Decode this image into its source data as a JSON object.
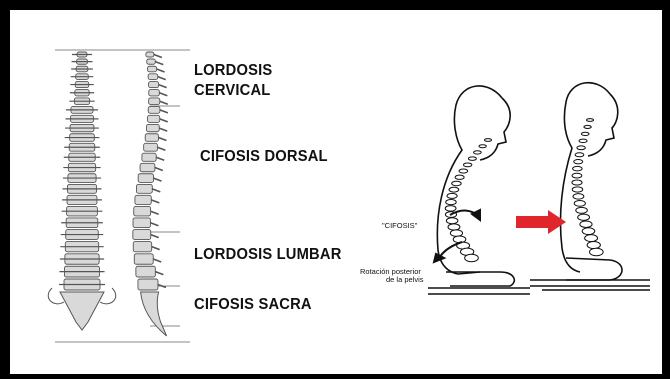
{
  "labels": {
    "lordosis_cervical_1": "LORDOSIS",
    "lordosis_cervical_2": "CERVICAL",
    "cifosis_dorsal": "CIFOSIS DORSAL",
    "lordosis_lumbar": "LORDOSIS LUMBAR",
    "cifosis_sacra": "CIFOSIS SACRA"
  },
  "posture": {
    "cifosis_label": "\"CIFOSIS\"",
    "rotation_line1": "Rotación posterior",
    "rotation_line2": "de la pelvis"
  },
  "colors": {
    "border": "#000000",
    "background": "#ffffff",
    "arrow": "#e0262b",
    "bone": "#d9d9d9",
    "bone_shadow": "#555555"
  }
}
